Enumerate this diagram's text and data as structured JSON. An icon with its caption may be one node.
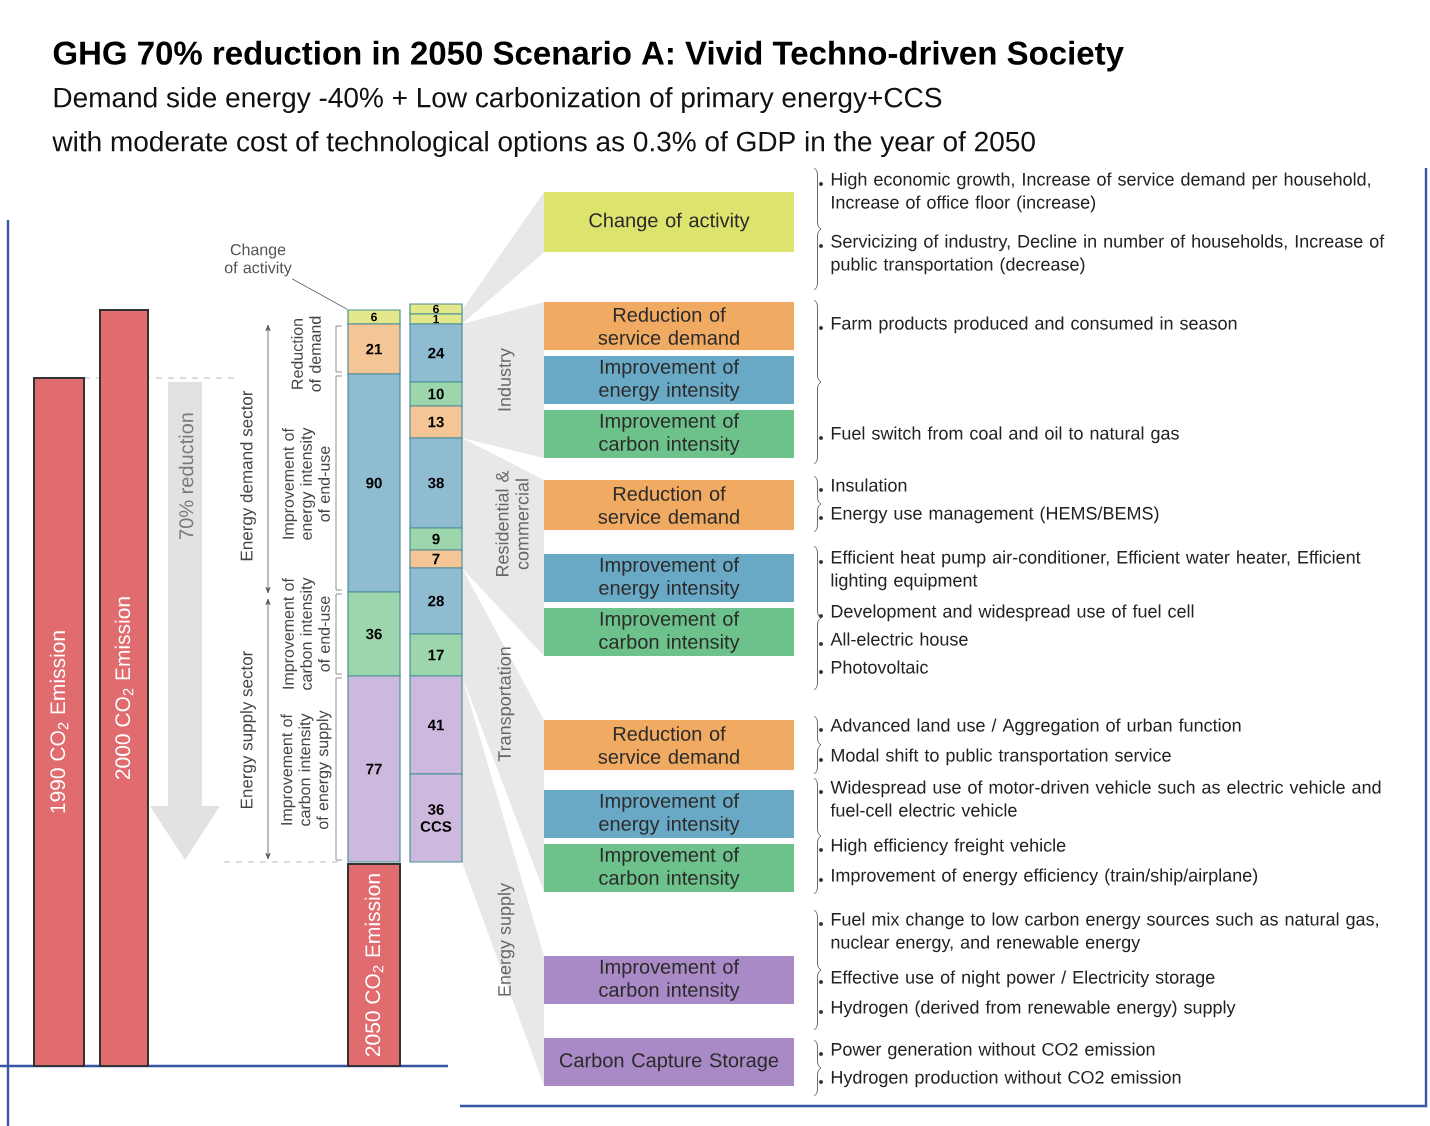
{
  "diagram": {
    "title": "GHG 70% reduction in 2050  Scenario A: Vivid Techno-driven Society",
    "nodes": [
      {
        "text": [
          "1990 CO$_{2}$ Emission"
        ]
      },
      {
        "text": [
          "2000 CO$_{2}$ Emission"
        ]
      },
      {
        "text": [
          "Change of activity"
        ]
      },
      {
        "text": [
          "6"
        ]
      },
      {
        "text": [
          "21"
        ]
      },
      {
        "text": [
          "90"
        ]
      },
      {
        "text": [
          "36"
        ]
      },
      {
        "text": [
          "77"
        ]
      },
      {
        "text": [
          "2050 CO$_{2}$ Emission"
        ]
      },
      {
        "text": [
          "6"
        ]
      },
      {
        "text": [
          "1"
        ]
      },
      {
        "text": [
          "24"
        ]
      },
      {
        "text": [
          "10"
        ]
      },
      {
        "text": [
          "13"
        ]
      },
      {
        "text": [
          "38"
        ]
      },
      {
        "text": [
          "9"
        ]
      },
      {
        "text": [
          "7"
        ]
      },
      {
        "text": [
          "28"
        ]
      },
      {
        "text": [
          "17"
        ]
      },
      {
        "text": [
          "41"
        ]
      },
      {
        "text": [
          "36",
          "CCS"
        ]
      },
      {
        "text": [
          "Change of activity"
        ],
        "beside": [
          "High economic growth, Increase of service demand per household, Increase of office floor (increase)",
          "Servicizing of industry, Decline in number of households, Increase of public transportation (decrease)"
        ]
      },
      {
        "text": [
          "Reduction of service demand"
        ],
        "beside": [
          "Farm products produced and consumed in season"
        ]
      },
      {
        "text": [
          "Improvement of energy intensity"
        ]
      },
      {
        "text": [
          "Improvement of carbon intensity"
        ],
        "beside": [
          "Fuel switch from coal and oil to natural gas"
        ]
      },
      {
        "text": [
          "Reduction of service demand"
        ],
        "beside": [
          "Insulation",
          "Energy use management (HEMS/BEMS)"
        ]
      },
      {
        "text": [
          "Improvement of energy intensity"
        ],
        "beside": [
          "Efficient heat pump air-conditioner, Efficient water heater, Efficient lighting equipment",
          "Development and widespread use of fuel cell",
          "All-electric house",
          "Photovoltaic"
        ]
      },
      {
        "text": [
          "Improvement of carbon intensity"
        ]
      },
      {
        "text": [
          "Reduction of service demand"
        ],
        "beside": [
          "Advanced land use / Aggregation of urban function",
          "Modal shift to public transportation service"
        ]
      },
      {
        "text": [
          "Improvement of energy intensity"
        ],
        "beside": [
          "Widespread use of motor-driven vehicle such as electric vehicle and fuel-cell electric vehicle",
          "High efficiency freight vehicle",
          "Improvement of energy efficiency (train/ship/airplane)"
        ]
      },
      {
        "text": [
          "Improvement of carbon intensity"
        ]
      },
      {
        "text": [
          "Improvement of carbon intensity"
        ],
        "beside": [
          "Fuel mix change to low carbon energy sources such as natural gas, nuclear energy, and renewable energy",
          "Effective use of night power / Electricity storage",
          "Hydrogen (derived from renewable energy) supply"
        ]
      },
      {
        "text": [
          "Carbon Capture Storage"
        ],
        "beside": [
          "Power generation without CO2 emission",
          "Hydrogen production without CO2 emission"
        ]
      }
    ],
    "edges": [
      {
        "from": 2,
        "to": 3,
        "arrow": "none"
      }
    ],
    "labels": [
      "Demand side energy  -40%  +  Low carbonization of primary energy+CCS",
      "with moderate cost of technological options as 0.3% of GDP in the year of 2050",
      "Energy demand sector",
      "Energy supply sector",
      "Reduction of demand",
      "Improvement of energy intensity of end-use",
      "Improvement of carbon intensity of end-use",
      "Improvement of carbon intensity of energy supply",
      "70% reduction",
      "Industry",
      "Residential & commercial",
      "Transportation",
      "Energy supply"
    ]
  }
}
